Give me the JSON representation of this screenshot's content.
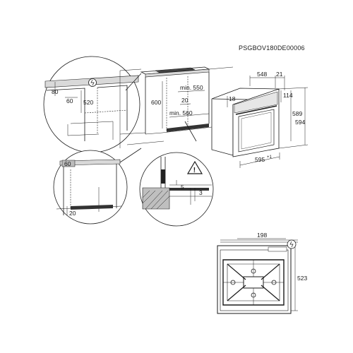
{
  "document_code": "PSGBOV180DE00006",
  "dims": {
    "d80": "80",
    "d60_top": "60",
    "d520": "520",
    "d600": "600",
    "min550": "min. 550",
    "d20_mid": "20",
    "min560": "min. 560",
    "d548": "548",
    "d21": "21",
    "d18": "18",
    "d114": "114",
    "d589": "589",
    "d594": "594",
    "d595": "595",
    "d595_tol": "+1",
    "d60_left": "60",
    "d20_left": "20",
    "d5": "5",
    "d3": "3",
    "d198": "198",
    "d523": "523"
  },
  "icons": {
    "plug": "plug-icon",
    "warning": "warning-triangle-icon",
    "ground_symbol": "!"
  }
}
